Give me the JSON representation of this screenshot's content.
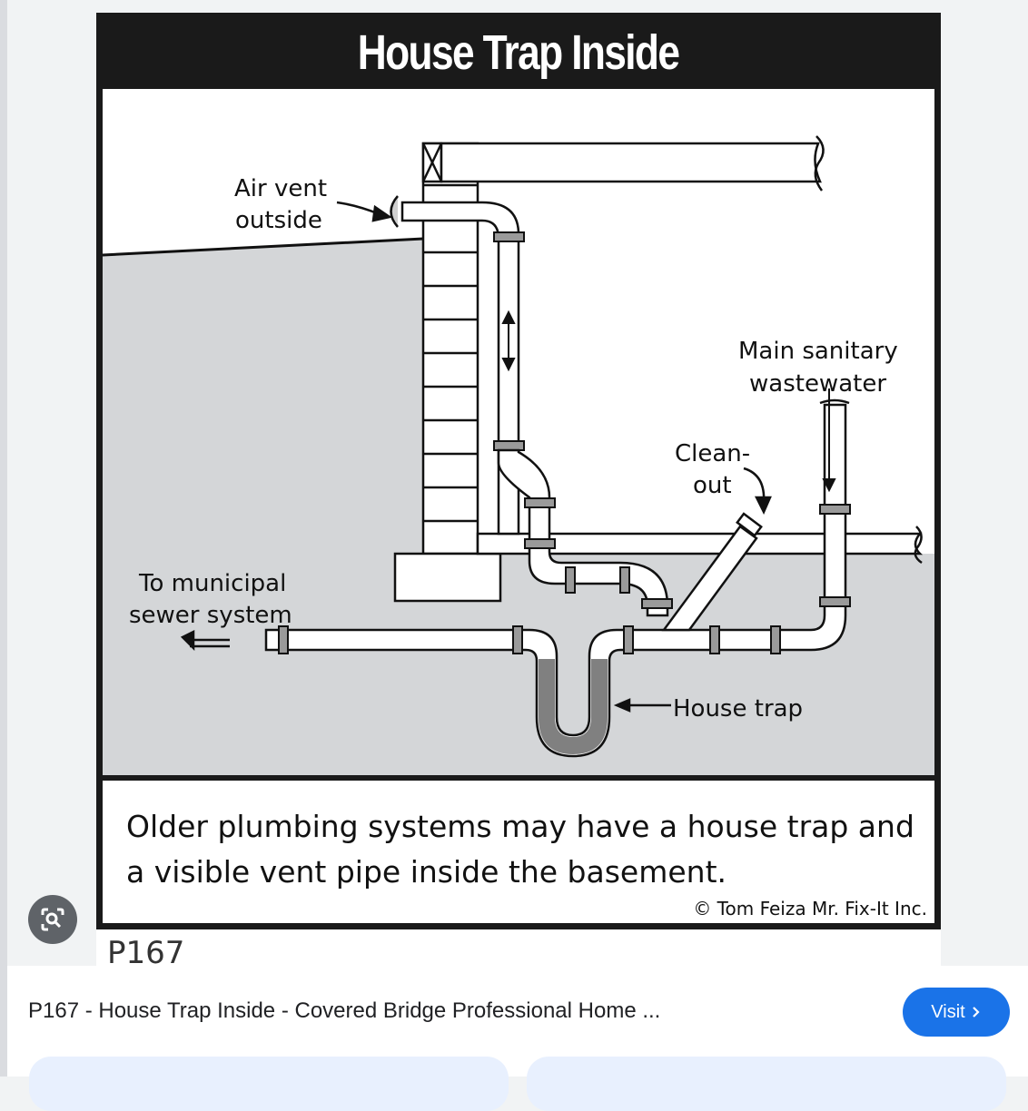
{
  "image": {
    "title": "House Trap Inside",
    "labels": {
      "air_vent_line1": "Air vent",
      "air_vent_line2": "outside",
      "main_sanitary_line1": "Main sanitary",
      "main_sanitary_line2": "wastewater",
      "clean_out_line1": "Clean-",
      "clean_out_line2": "out",
      "municipal_line1": "To municipal",
      "municipal_line2": "sewer system",
      "house_trap": "House trap"
    },
    "caption_line1": "Older plumbing systems may have a house trap and",
    "caption_line2": "a visible vent pipe inside the basement.",
    "copyright": "© Tom Feiza Mr. Fix-It Inc.",
    "code": "P167"
  },
  "result": {
    "title": "P167 - House Trap Inside - Covered Bridge Professional Home ...",
    "visit_label": "Visit"
  },
  "icons": {
    "lens": "lens-search-icon",
    "visit_chevron": "chevron-right-icon"
  },
  "colors": {
    "accent": "#1a73e8",
    "frame": "#1a1a1a",
    "ground": "#d4d6d8",
    "water": "#808080"
  }
}
